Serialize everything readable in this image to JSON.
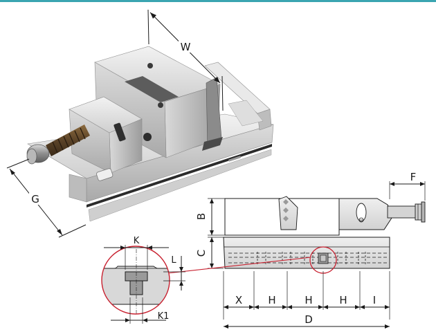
{
  "colors": {
    "top_rule": "#3aa5b1",
    "detail_circle": "#c8202f",
    "steel_light": "#e6e6e6",
    "steel_mid": "#bdbdbd",
    "steel_dark": "#7b7b7b",
    "key_fill": "#9a9a9a"
  },
  "labels": {
    "w": "W",
    "g": "G",
    "f": "F",
    "b": "B",
    "c": "C",
    "k": "K",
    "l": "L",
    "k1": "K1",
    "x": "X",
    "h1": "H",
    "h2": "H",
    "h3": "H",
    "i": "I",
    "d": "D"
  }
}
